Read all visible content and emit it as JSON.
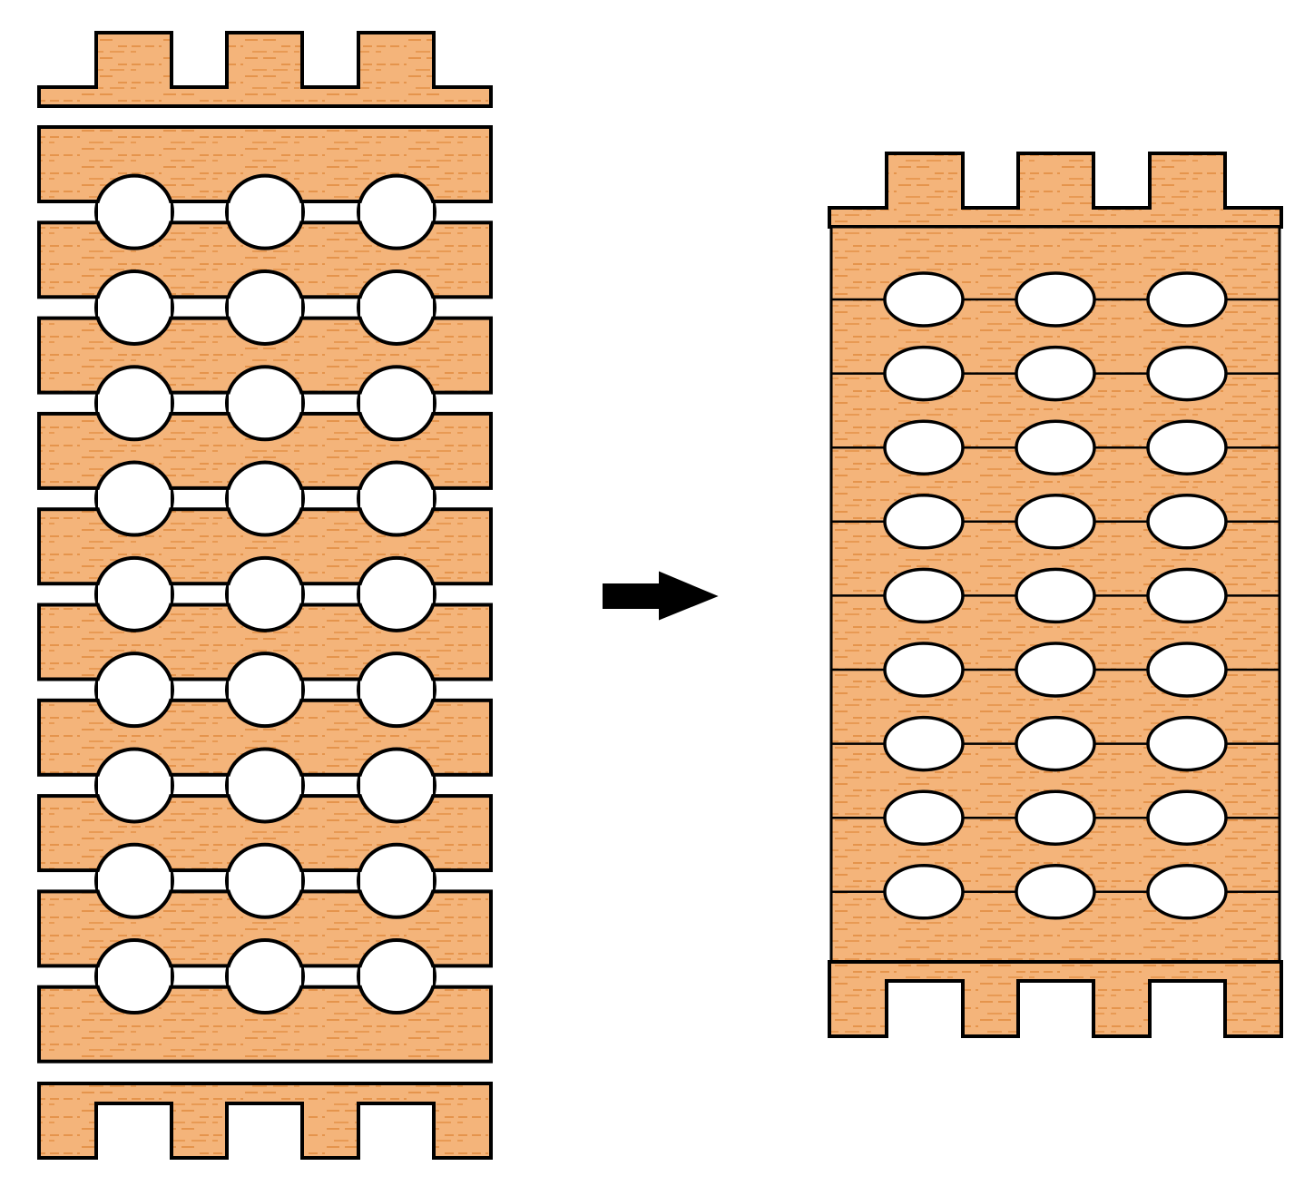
{
  "figure": {
    "left_assembly": {
      "top_plate": {
        "teeth": 3
      },
      "slotted_layers": 10,
      "holes_per_row": 3,
      "bottom_plate": {
        "notches": 3
      }
    },
    "arrow": {
      "direction": "right"
    },
    "right_assembly": {
      "top_plate": {
        "teeth": 3
      },
      "hole_rows": 9,
      "holes_per_row": 3,
      "bottom_plate": {
        "notches": 3
      }
    },
    "colors": {
      "wood_fill": "#F4B47A",
      "wood_grain": "#E08A3C",
      "outline": "#000000",
      "hole_fill": "#FFFFFF",
      "background": "#FFFFFF"
    }
  }
}
